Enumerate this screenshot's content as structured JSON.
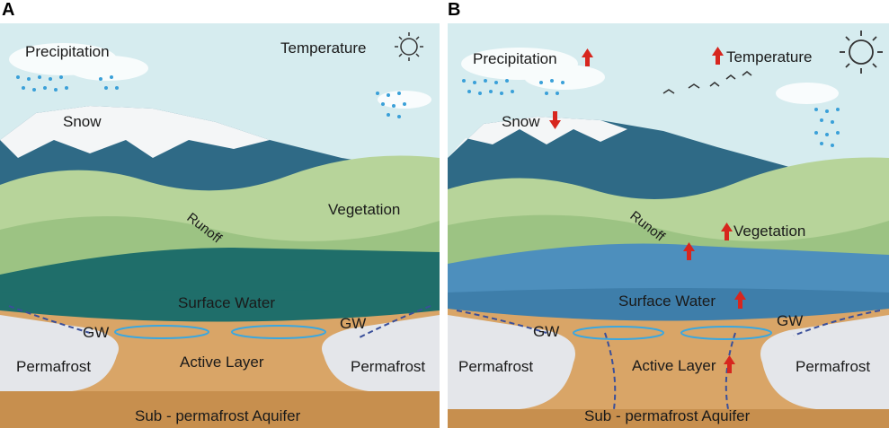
{
  "panels": [
    {
      "letter": "A",
      "labels": {
        "precipitation": "Precipitation",
        "temperature": "Temperature",
        "snow": "Snow",
        "vegetation": "Vegetation",
        "runoff": "Runoff",
        "surface_water": "Surface Water",
        "gw_left": "GW",
        "gw_right": "GW",
        "permafrost_left": "Permafrost",
        "permafrost_right": "Permafrost",
        "active_layer": "Active Layer",
        "aquifer": "Sub - permafrost Aquifer"
      }
    },
    {
      "letter": "B",
      "labels": {
        "precipitation": "Precipitation",
        "temperature": "Temperature",
        "snow": "Snow",
        "vegetation": "Vegetation",
        "runoff": "Runoff",
        "surface_water": "Surface Water",
        "gw_left": "GW",
        "gw_right": "GW",
        "permafrost_left": "Permafrost",
        "permafrost_right": "Permafrost",
        "active_layer": "Active Layer",
        "aquifer": "Sub - permafrost Aquifer"
      },
      "change_indicators": {
        "precipitation": "increase",
        "temperature": "increase",
        "snow": "decrease",
        "runoff": "increase",
        "vegetation": "increase",
        "surface_water": "increase",
        "active_layer": "increase"
      }
    }
  ],
  "colors": {
    "sky": "#d6ecef",
    "mountain": "#2f6a86",
    "snow": "#f4f6f7",
    "hills": "#b7d49a",
    "water_a": "#1f6e6a",
    "water_b": "#4d8fbd",
    "soil": "#d9a567",
    "permafrost": "#e4e6ea",
    "arrow_up_down": "#d7261e",
    "flow_arrow": "#3a4f9a",
    "gw_arrow": "#3aa7e0"
  }
}
